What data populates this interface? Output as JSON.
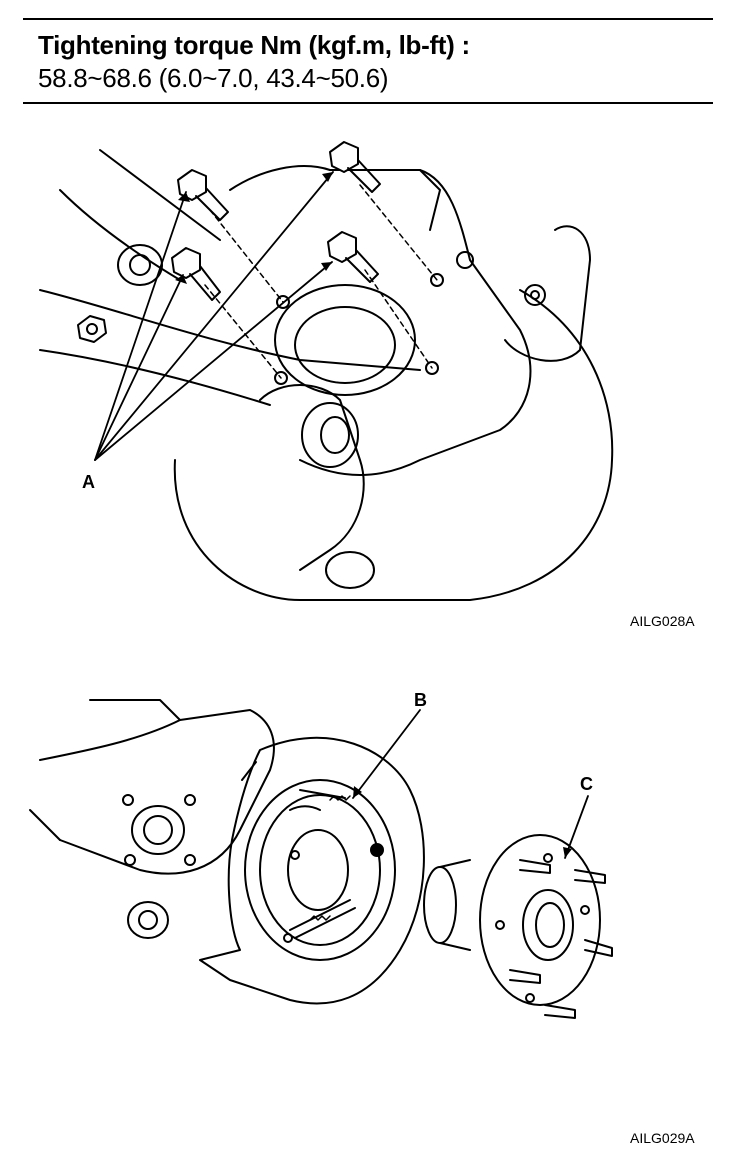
{
  "torque": {
    "title": "Tightening torque Nm (kgf.m, lb-ft) :",
    "value": "58.8~68.6 (6.0~7.0, 43.4~50.6)"
  },
  "figure_top": {
    "code": "AILG028A",
    "callouts": [
      "A"
    ]
  },
  "figure_bottom": {
    "code": "AILG029A",
    "callouts": [
      "B",
      "C"
    ]
  }
}
